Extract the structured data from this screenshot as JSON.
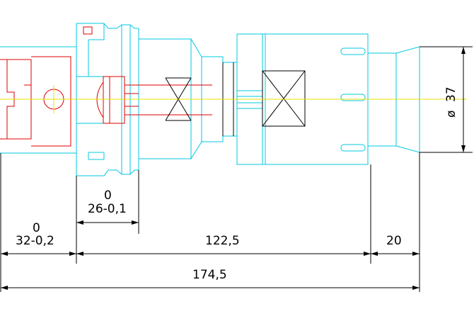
{
  "colors": {
    "outline": "#00c8e0",
    "section": "#e00000",
    "centerline": "#e8e000",
    "dimension": "#000000"
  },
  "dimensions": {
    "dim_32": {
      "upper": "0",
      "lower": "32-0,2"
    },
    "dim_26": {
      "upper": "0",
      "lower": "26-0,1"
    },
    "dim_122": {
      "label": "122,5"
    },
    "dim_20": {
      "label": "20"
    },
    "dim_174": {
      "label": "174,5"
    },
    "dim_diameter": {
      "symbol": "ø",
      "value": "37"
    }
  }
}
